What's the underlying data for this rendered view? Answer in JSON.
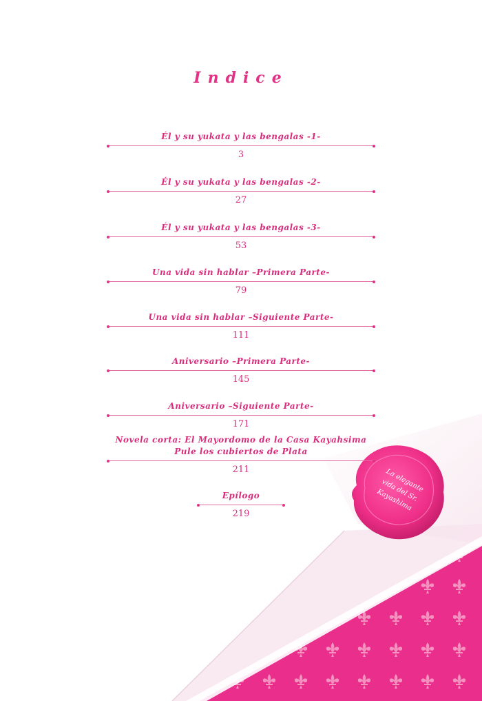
{
  "title": "Indice",
  "entries": [
    {
      "label": "Él y su yukata y las bengalas -1-",
      "page": "3"
    },
    {
      "label": "Él y su yukata y las bengalas -2-",
      "page": "27"
    },
    {
      "label": "Él y su yukata y las bengalas -3-",
      "page": "53"
    },
    {
      "label": "Una vida sin hablar –Primera Parte-",
      "page": "79"
    },
    {
      "label": "Una vida sin hablar –Siguiente Parte-",
      "page": "111"
    },
    {
      "label": "Aniversario –Primera Parte-",
      "page": "145"
    },
    {
      "label": "Aniversario –Siguiente Parte-",
      "page": "171"
    },
    {
      "label_line1": "Novela corta: El Mayordomo de la Casa Kayahsima",
      "label_line2": "Pule los cubiertos de Plata",
      "page": "211"
    },
    {
      "label": "Epílogo",
      "page": "219"
    }
  ],
  "seal": {
    "line1": "La elegante",
    "line2": "vida del Sr.",
    "line3": "Kayashima"
  },
  "colors": {
    "accent": "#e0307f",
    "seal": "#f0338b",
    "pattern_bg": "#ea2e8c",
    "pattern_motif": "#f6a3c9"
  }
}
